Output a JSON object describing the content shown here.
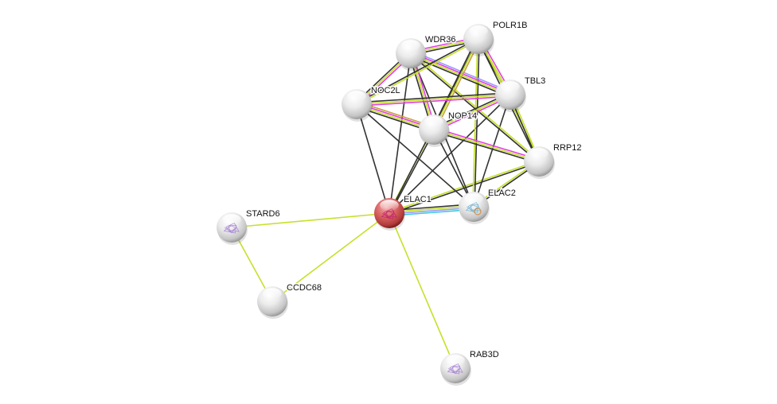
{
  "network": {
    "title": "Protein interaction network",
    "query_node": "ELAC1",
    "colors": {
      "textmining": "#c7e02a",
      "coexpression": "#333333",
      "experiments": "#e040e0",
      "databases": "#3cc8e0",
      "homology": "#9a9aff",
      "neighborhood": "#c8a040",
      "query_node": "#d05050",
      "node": "#e4e4e4"
    },
    "nodes": [
      {
        "id": "ELAC1",
        "label": "ELAC1",
        "query": true,
        "structure": true
      },
      {
        "id": "ELAC2",
        "label": "ELAC2",
        "query": false,
        "structure": true
      },
      {
        "id": "STARD6",
        "label": "STARD6",
        "query": false,
        "structure": true
      },
      {
        "id": "CCDC68",
        "label": "CCDC68",
        "query": false,
        "structure": false
      },
      {
        "id": "RAB3D",
        "label": "RAB3D",
        "query": false,
        "structure": true
      },
      {
        "id": "NOC2L",
        "label": "NOC2L",
        "query": false,
        "structure": false
      },
      {
        "id": "WDR36",
        "label": "WDR36",
        "query": false,
        "structure": false
      },
      {
        "id": "POLR1B",
        "label": "POLR1B",
        "query": false,
        "structure": false
      },
      {
        "id": "TBL3",
        "label": "TBL3",
        "query": false,
        "structure": false
      },
      {
        "id": "NOP14",
        "label": "NOP14",
        "query": false,
        "structure": false
      },
      {
        "id": "RRP12",
        "label": "RRP12",
        "query": false,
        "structure": false
      }
    ],
    "edges": [
      {
        "a": "ELAC1",
        "b": "ELAC2",
        "types": [
          "coexpression",
          "textmining",
          "homology",
          "databases"
        ]
      },
      {
        "a": "ELAC1",
        "b": "STARD6",
        "types": [
          "textmining"
        ]
      },
      {
        "a": "ELAC1",
        "b": "CCDC68",
        "types": [
          "textmining"
        ]
      },
      {
        "a": "ELAC1",
        "b": "RAB3D",
        "types": [
          "textmining"
        ]
      },
      {
        "a": "ELAC1",
        "b": "NOC2L",
        "types": [
          "coexpression"
        ]
      },
      {
        "a": "ELAC1",
        "b": "WDR36",
        "types": [
          "coexpression"
        ]
      },
      {
        "a": "ELAC1",
        "b": "NOP14",
        "types": [
          "textmining",
          "coexpression"
        ]
      },
      {
        "a": "ELAC1",
        "b": "TBL3",
        "types": [
          "coexpression"
        ]
      },
      {
        "a": "ELAC1",
        "b": "RRP12",
        "types": [
          "textmining",
          "coexpression"
        ]
      },
      {
        "a": "ELAC1",
        "b": "POLR1B",
        "types": [
          "coexpression"
        ]
      },
      {
        "a": "STARD6",
        "b": "CCDC68",
        "types": [
          "textmining"
        ]
      },
      {
        "a": "ELAC2",
        "b": "RRP12",
        "types": [
          "textmining",
          "coexpression"
        ]
      },
      {
        "a": "ELAC2",
        "b": "NOP14",
        "types": [
          "coexpression"
        ]
      },
      {
        "a": "ELAC2",
        "b": "NOC2L",
        "types": [
          "coexpression"
        ]
      },
      {
        "a": "ELAC2",
        "b": "WDR36",
        "types": [
          "coexpression"
        ]
      },
      {
        "a": "ELAC2",
        "b": "POLR1B",
        "types": [
          "textmining",
          "coexpression"
        ]
      },
      {
        "a": "ELAC2",
        "b": "TBL3",
        "types": [
          "coexpression"
        ]
      },
      {
        "a": "WDR36",
        "b": "POLR1B",
        "types": [
          "experiments",
          "textmining",
          "coexpression"
        ]
      },
      {
        "a": "WDR36",
        "b": "TBL3",
        "types": [
          "homology",
          "experiments",
          "textmining",
          "coexpression"
        ]
      },
      {
        "a": "WDR36",
        "b": "NOC2L",
        "types": [
          "experiments",
          "textmining",
          "coexpression"
        ]
      },
      {
        "a": "WDR36",
        "b": "NOP14",
        "types": [
          "experiments",
          "textmining",
          "coexpression"
        ]
      },
      {
        "a": "WDR36",
        "b": "RRP12",
        "types": [
          "textmining",
          "coexpression"
        ]
      },
      {
        "a": "POLR1B",
        "b": "TBL3",
        "types": [
          "experiments",
          "textmining",
          "coexpression"
        ]
      },
      {
        "a": "POLR1B",
        "b": "NOC2L",
        "types": [
          "textmining",
          "coexpression"
        ]
      },
      {
        "a": "POLR1B",
        "b": "NOP14",
        "types": [
          "neighborhood",
          "textmining",
          "coexpression"
        ]
      },
      {
        "a": "POLR1B",
        "b": "RRP12",
        "types": [
          "textmining",
          "coexpression"
        ]
      },
      {
        "a": "TBL3",
        "b": "NOC2L",
        "types": [
          "experiments",
          "textmining",
          "coexpression"
        ]
      },
      {
        "a": "TBL3",
        "b": "NOP14",
        "types": [
          "experiments",
          "textmining",
          "coexpression"
        ]
      },
      {
        "a": "TBL3",
        "b": "RRP12",
        "types": [
          "textmining",
          "coexpression"
        ]
      },
      {
        "a": "NOC2L",
        "b": "NOP14",
        "types": [
          "neighborhood",
          "experiments",
          "textmining",
          "coexpression"
        ]
      },
      {
        "a": "NOP14",
        "b": "RRP12",
        "types": [
          "experiments",
          "textmining",
          "coexpression"
        ]
      }
    ]
  }
}
